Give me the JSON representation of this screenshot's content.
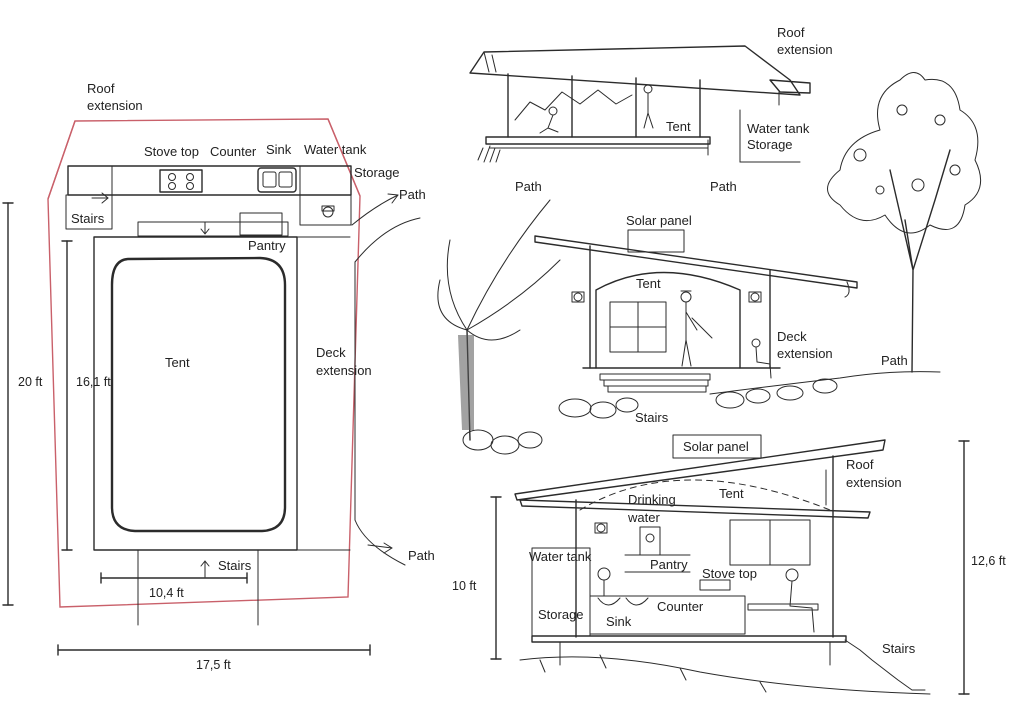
{
  "floor_plan": {
    "roof_extension": [
      "Roof",
      "extension"
    ],
    "stove_top": "Stove top",
    "counter": "Counter",
    "sink": "Sink",
    "water_tank": "Water tank",
    "storage": "Storage",
    "path_top": "Path",
    "stairs_left": "Stairs",
    "pantry": "Pantry",
    "tent": "Tent",
    "deck_extension": [
      "Deck",
      "extension"
    ],
    "stairs_bottom": "Stairs",
    "path_bottom": "Path",
    "dim_total_length": "20 ft",
    "dim_tent_length": "16,1 ft",
    "dim_tent_width": "10,4 ft",
    "dim_total_width": "17,5 ft"
  },
  "side_view": {
    "roof_extension": [
      "Roof",
      "extension"
    ],
    "tent": "Tent",
    "water_tank": "Water tank",
    "storage": "Storage",
    "path_left": "Path",
    "path_right": "Path"
  },
  "front_view": {
    "solar_panel": "Solar panel",
    "tent": "Tent",
    "deck_extension": [
      "Deck",
      "extension"
    ],
    "path": "Path",
    "stairs": "Stairs"
  },
  "section_view": {
    "solar_panel": "Solar panel",
    "roof_extension": [
      "Roof",
      "extension"
    ],
    "tent": "Tent",
    "drinking_water": [
      "Drinking",
      "water"
    ],
    "water_tank": "Water tank",
    "pantry": "Pantry",
    "stove_top": "Stove top",
    "storage": "Storage",
    "sink": "Sink",
    "counter": "Counter",
    "stairs": "Stairs",
    "dim_left_height": "10 ft",
    "dim_right_height": "12,6 ft"
  }
}
